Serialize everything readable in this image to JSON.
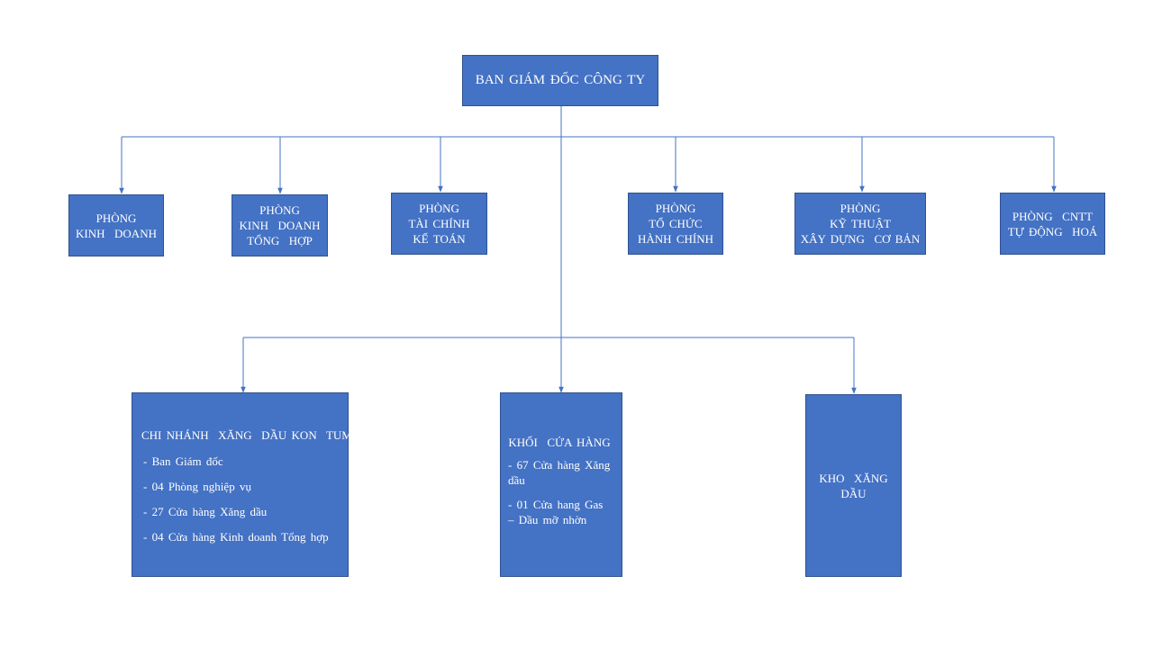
{
  "root": {
    "label": "BAN GIÁM ĐỐC CÔNG TY"
  },
  "departments": [
    {
      "lines": [
        "PHÒNG",
        "KINH  DOANH"
      ]
    },
    {
      "lines": [
        "PHÒNG",
        "KINH  DOANH",
        "TỔNG  HỢP"
      ]
    },
    {
      "lines": [
        "PHÒNG",
        "TÀI CHÍNH",
        "KẾ TOÁN"
      ]
    },
    {
      "lines": [
        "PHÒNG",
        "TỔ CHỨC",
        "HÀNH CHÍNH"
      ]
    },
    {
      "lines": [
        "PHÒNG",
        "KỸ THUẬT",
        "XÂY DỰNG  CƠ BẢN"
      ]
    },
    {
      "lines": [
        "PHÒNG  CNTT",
        "TỰ ĐỘNG  HOÁ"
      ]
    }
  ],
  "units": {
    "branch": {
      "title": "CHI NHÁNH  XĂNG  DẦU KON  TUM",
      "items": [
        "- Ban Giám  đốc",
        "- 04 Phòng nghiệp vụ",
        "- 27 Cửa hàng Xăng dầu",
        "- 04 Cửa  hàng Kinh  doanh Tổng hợp"
      ]
    },
    "stores": {
      "title": "KHỐI  CỬA HÀNG",
      "items": [
        "- 67 Cửa hàng Xăng dầu",
        "- 01 Cửa hang Gas – Dầu mỡ nhờn"
      ]
    },
    "depot": {
      "lines": [
        "KHO  XĂNG",
        "DẦU"
      ]
    }
  },
  "colors": {
    "box_fill": "#4472c4",
    "box_border": "#2f528f",
    "connector": "#4472c4",
    "text": "#ffffff"
  }
}
